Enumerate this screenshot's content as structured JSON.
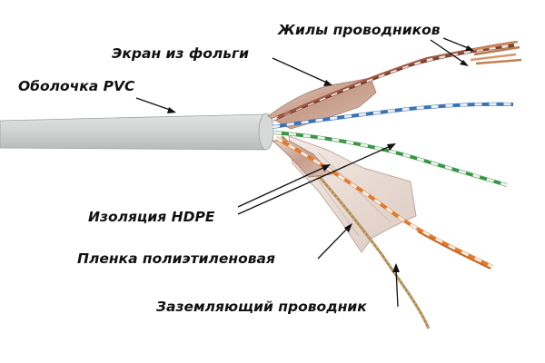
{
  "labels": {
    "conductors": "Жилы проводников",
    "foil_shield": "Экран из фольги",
    "pvc_jacket": "Оболочка PVC",
    "hdpe_insulation": "Изоляция HDPE",
    "pe_film": "Пленка полиэтиленовая",
    "drain_wire": "Заземляющий проводник"
  },
  "colors": {
    "jacket": "#c9cccb",
    "foil": "#c7a393",
    "pair_brown": "#8a4a3a",
    "pair_blue": "#3f78b8",
    "pair_green": "#3e9a4a",
    "pair_orange": "#e07a2e",
    "copper": "#c98a5a",
    "film": "#e9ddd6"
  }
}
